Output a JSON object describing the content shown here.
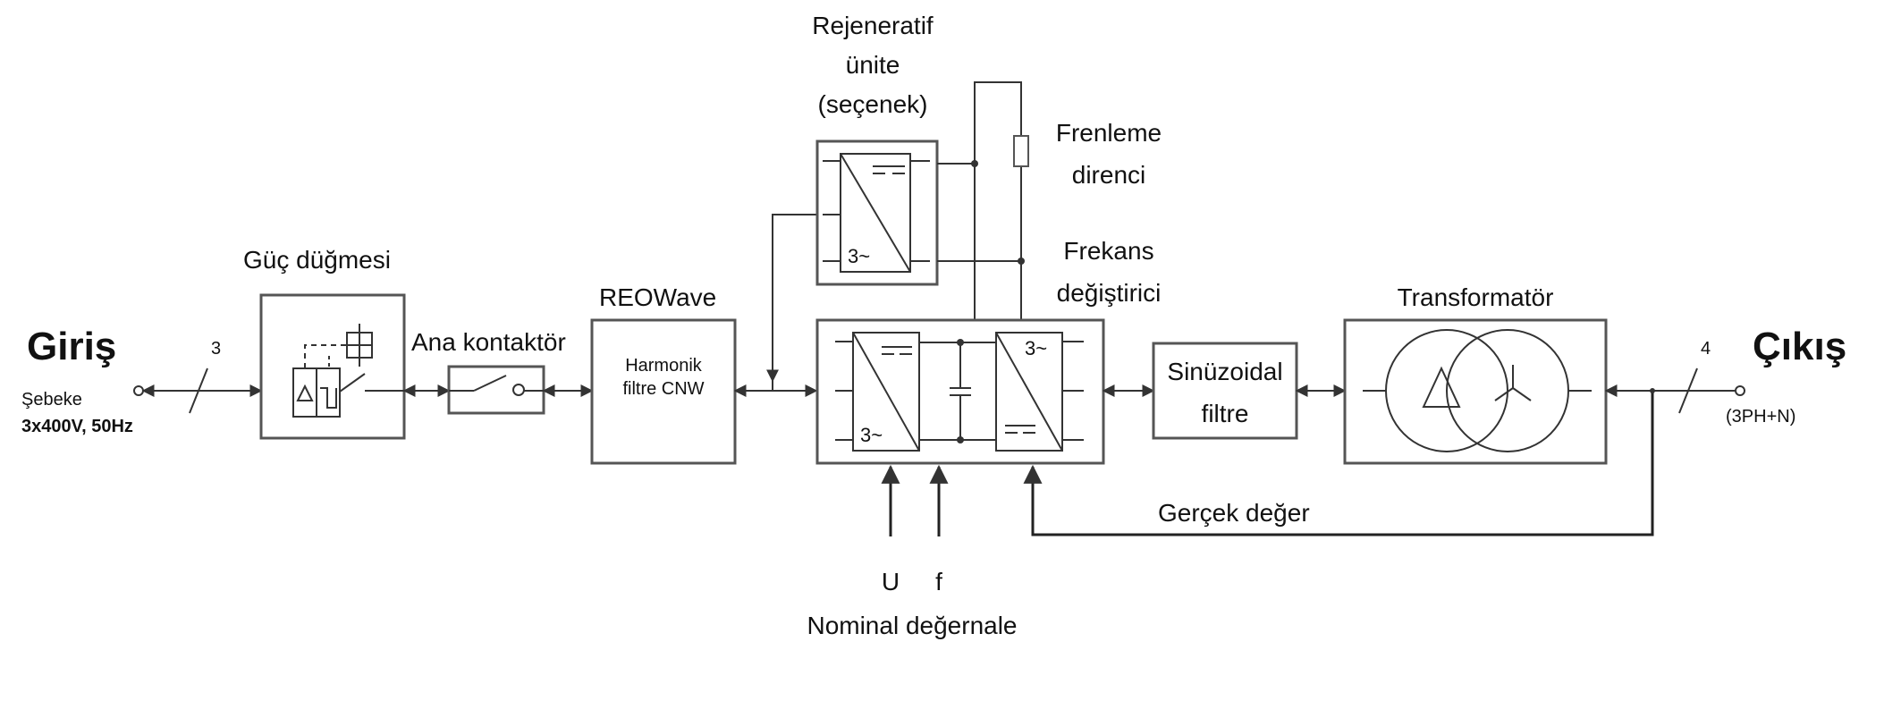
{
  "input": {
    "title": "Giriş",
    "source_line1": "Şebeke",
    "source_line2": "3x400V, 50Hz",
    "phase_count": "3"
  },
  "output": {
    "title": "Çıkış",
    "phase_note": "(3PH+N)",
    "phase_count": "4"
  },
  "blocks": {
    "power_switch": {
      "title": "Güç düğmesi"
    },
    "main_contactor": {
      "title": "Ana kontaktör"
    },
    "reowave": {
      "title": "REOWave",
      "text_line1": "Harmonik",
      "text_line2": "filtre CNW"
    },
    "regenerative": {
      "title_line1": "Rejeneratif",
      "title_line2": "ünite",
      "title_line3": "(seçenek)",
      "ac_label": "3~"
    },
    "braking_resistor": {
      "title_line1": "Frenleme",
      "title_line2": "direnci"
    },
    "frequency_converter": {
      "title_line1": "Frekans",
      "title_line2": "değiştirici",
      "ac_label": "3~"
    },
    "sine_filter": {
      "text_line1": "Sinüzoidal",
      "text_line2": "filtre"
    },
    "transformer": {
      "title": "Transformatör"
    }
  },
  "feedback": {
    "label": "Gerçek değer"
  },
  "setpoints": {
    "u_label": "U",
    "f_label": "f",
    "caption": "Nominal değernale"
  }
}
